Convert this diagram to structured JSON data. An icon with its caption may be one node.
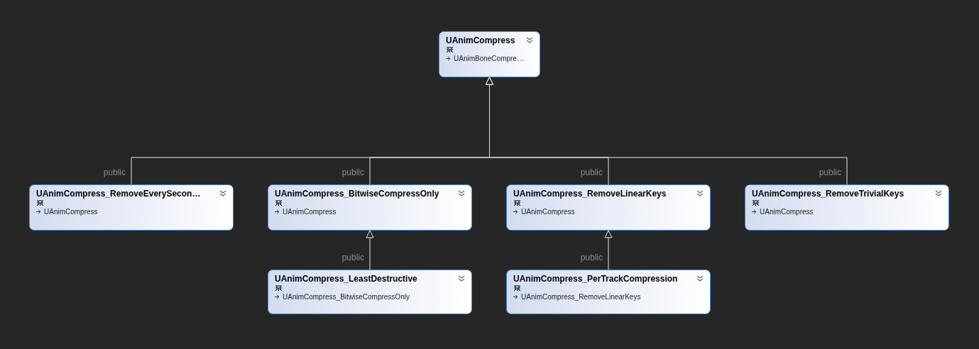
{
  "diagram": {
    "nodes": [
      {
        "text": [
          "UAnimCompress",
          "UAnimBoneCompre…"
        ]
      },
      {
        "text": [
          "UAnimCompress_RemoveEverySecon…",
          "UAnimCompress"
        ]
      },
      {
        "text": [
          "UAnimCompress_BitwiseCompressOnly",
          "UAnimCompress"
        ]
      },
      {
        "text": [
          "UAnimCompress_RemoveLinearKeys",
          "UAnimCompress"
        ]
      },
      {
        "text": [
          "UAnimCompress_RemoveTrivialKeys",
          "UAnimCompress"
        ]
      },
      {
        "text": [
          "UAnimCompress_LeastDestructive",
          "UAnimCompress_BitwiseCompressOnly"
        ]
      },
      {
        "text": [
          "UAnimCompress_PerTrackCompression",
          "UAnimCompress_RemoveLinearKeys"
        ]
      }
    ],
    "edges": [
      {
        "from": 1,
        "to": 0,
        "arrow": "to",
        "label": "public"
      },
      {
        "from": 2,
        "to": 0,
        "arrow": "to",
        "label": "public"
      },
      {
        "from": 3,
        "to": 0,
        "arrow": "to",
        "label": "public"
      },
      {
        "from": 4,
        "to": 0,
        "arrow": "to",
        "label": "public"
      },
      {
        "from": 5,
        "to": 2,
        "arrow": "to",
        "label": "public"
      },
      {
        "from": 6,
        "to": 3,
        "arrow": "to",
        "label": "public"
      }
    ]
  }
}
